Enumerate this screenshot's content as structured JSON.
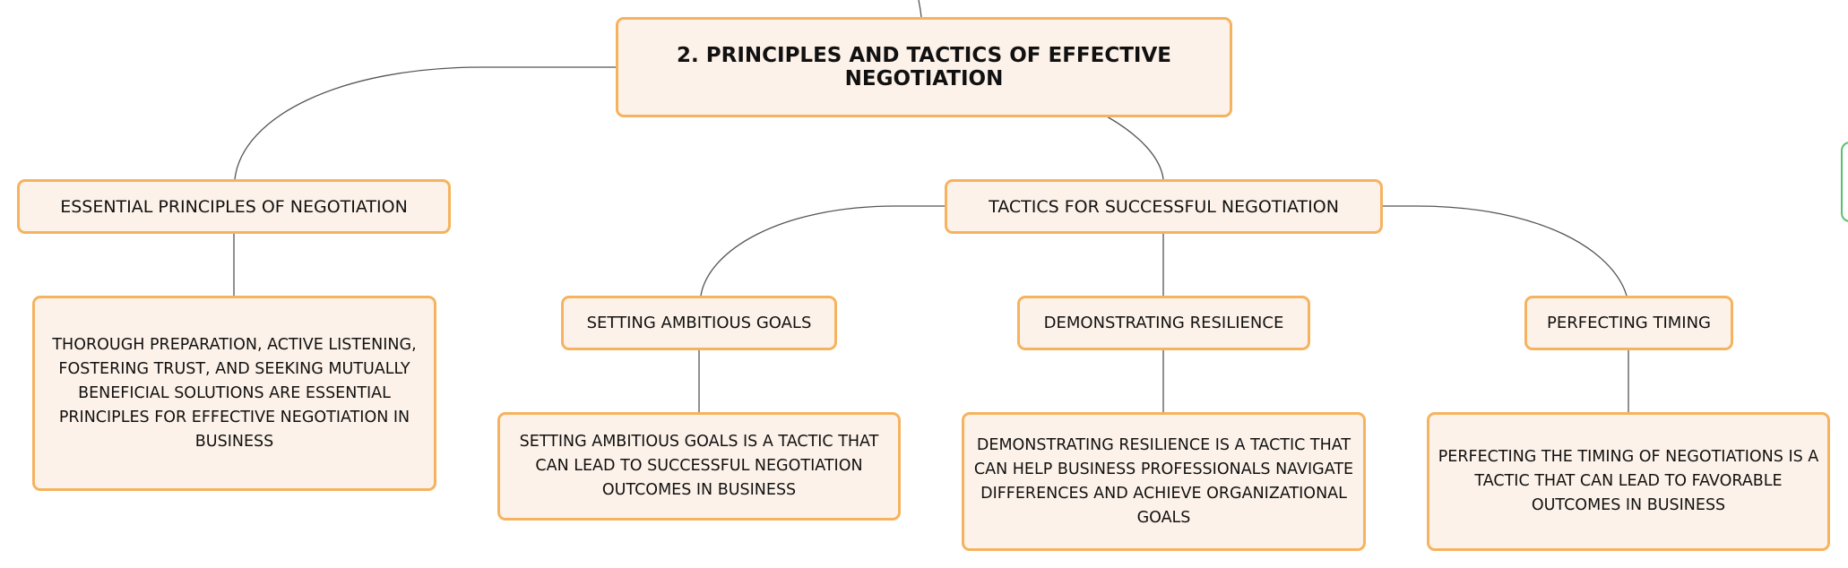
{
  "diagram": {
    "root": {
      "label": "2. PRINCIPLES AND TACTICS OF EFFECTIVE NEGOTIATION"
    },
    "principles": {
      "label": "ESSENTIAL PRINCIPLES OF NEGOTIATION",
      "detail": "THOROUGH PREPARATION, ACTIVE LISTENING, FOSTERING TRUST, AND SEEKING MUTUALLY BENEFICIAL SOLUTIONS ARE ESSENTIAL PRINCIPLES FOR EFFECTIVE NEGOTIATION IN BUSINESS"
    },
    "tactics": {
      "label": "TACTICS FOR SUCCESSFUL NEGOTIATION",
      "items": [
        {
          "label": "SETTING AMBITIOUS GOALS",
          "detail": "SETTING AMBITIOUS GOALS IS A TACTIC THAT CAN LEAD TO SUCCESSFUL NEGOTIATION OUTCOMES IN BUSINESS"
        },
        {
          "label": "DEMONSTRATING RESILIENCE",
          "detail": "DEMONSTRATING RESILIENCE IS A TACTIC THAT CAN HELP BUSINESS PROFESSIONALS NAVIGATE DIFFERENCES AND ACHIEVE ORGANIZATIONAL GOALS"
        },
        {
          "label": "PERFECTING TIMING",
          "detail": "PERFECTING THE TIMING OF NEGOTIATIONS IS A TACTIC THAT CAN LEAD TO FAVORABLE OUTCOMES IN BUSINESS"
        }
      ]
    }
  },
  "colors": {
    "node_fill": "#fdf2e9",
    "node_border": "#f5b35f",
    "connector": "#555555",
    "edge_tab": "#5cbf6c"
  }
}
